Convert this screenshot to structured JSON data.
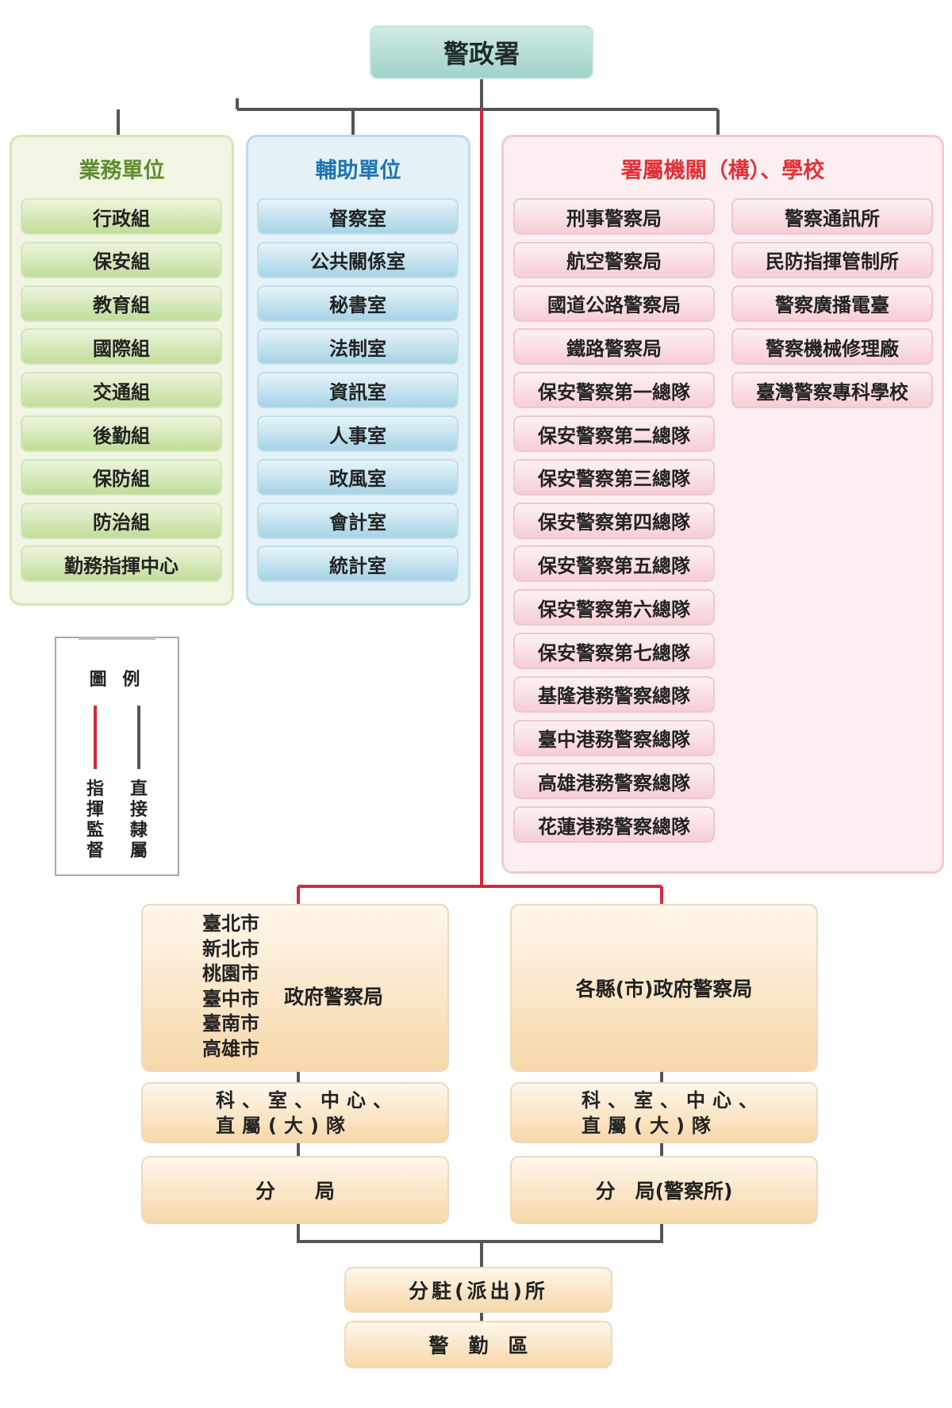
{
  "root": {
    "title": "警政署"
  },
  "business": {
    "title": "業務單位",
    "items": [
      "行政組",
      "保安組",
      "教育組",
      "國際組",
      "交通組",
      "後勤組",
      "保防組",
      "防治組",
      "勤務指揮中心"
    ]
  },
  "support": {
    "title": "輔助單位",
    "items": [
      "督察室",
      "公共關係室",
      "秘書室",
      "法制室",
      "資訊室",
      "人事室",
      "政風室",
      "會計室",
      "統計室"
    ]
  },
  "agencies": {
    "title": "署屬機關（構）、學校",
    "left": [
      "刑事警察局",
      "航空警察局",
      "國道公路警察局",
      "鐵路警察局",
      "保安警察第一總隊",
      "保安警察第二總隊",
      "保安警察第三總隊",
      "保安警察第四總隊",
      "保安警察第五總隊",
      "保安警察第六總隊",
      "保安警察第七總隊",
      "基隆港務警察總隊",
      "臺中港務警察總隊",
      "高雄港務警察總隊",
      "花蓮港務警察總隊"
    ],
    "right": [
      "警察通訊所",
      "民防指揮管制所",
      "警察廣播電臺",
      "警察機械修理廠",
      "臺灣警察專科學校"
    ]
  },
  "legend": {
    "title": "圖 例",
    "command": [
      "指",
      "揮",
      "監",
      "督"
    ],
    "direct": [
      "直",
      "接",
      "隸",
      "屬"
    ],
    "command_color": "#d2283c",
    "direct_color": "#555555"
  },
  "lower": {
    "municipal": {
      "cities": [
        "臺北市",
        "新北市",
        "桃園市",
        "臺中市",
        "臺南市",
        "高雄市"
      ],
      "suffix": "政府警察局",
      "sections": [
        "科、室、中心、",
        "直屬(大)隊"
      ],
      "branch": "分　　局"
    },
    "county": {
      "title": "各縣(市)政府警察局",
      "sections": [
        "科、室、中心、",
        "直屬(大)隊"
      ],
      "branch": "分　局(警察所)"
    },
    "substation": "分駐(派出)所",
    "patrol": "警　勤　區"
  }
}
